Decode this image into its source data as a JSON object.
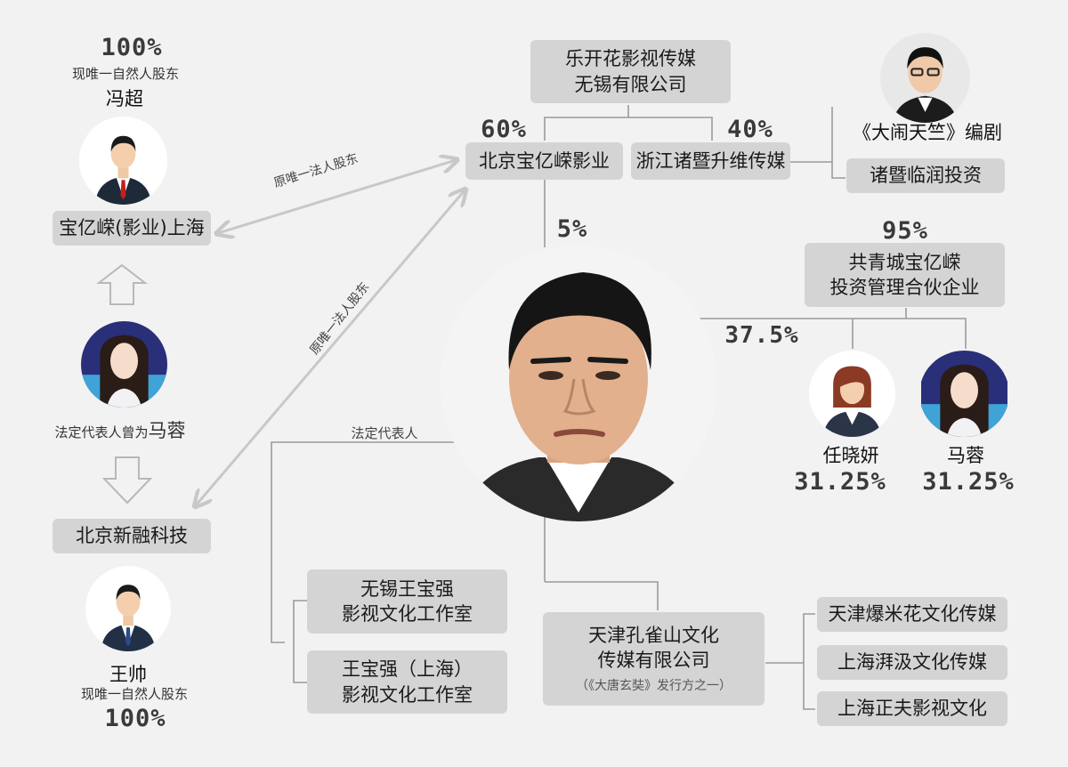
{
  "left": {
    "feng_pct": "100%",
    "feng_note": "现唯一自然人股东",
    "feng_name": "冯超",
    "box_shanghai": "宝亿嵘(影业)上海",
    "legal_rep_prefix": "法定代表人曾为",
    "legal_rep_name": "马蓉",
    "box_xinrong": "北京新融科技",
    "wang_name": "王帅",
    "wang_note": "现唯一自然人股东",
    "wang_pct": "100%"
  },
  "arrows": {
    "upper_label": "原唯一法人股东",
    "lower_label": "原唯一法人股东",
    "legal_rep_label": "法定代表人"
  },
  "top": {
    "parent_line1": "乐开花影视传媒",
    "parent_line2": "无锡有限公司",
    "pct_baoyirong": "60%",
    "pct_zhejiang": "40%",
    "box_baoyirong": "北京宝亿嵘影业",
    "box_zhejiang": "浙江诸暨升维传媒",
    "writer_label": "《大闹天竺》编剧",
    "box_linrun": "诸暨临润投资",
    "pct_center": "5%"
  },
  "right": {
    "pct_partner": "95%",
    "partner_line1": "共青城宝亿嵘",
    "partner_line2": "投资管理合伙企业",
    "pct_to_center": "37.5%",
    "ren_name": "任晓妍",
    "ren_pct": "31.25%",
    "ma_name": "马蓉",
    "ma_pct": "31.25%"
  },
  "bottom": {
    "studio1_line1": "无锡王宝强",
    "studio1_line2": "影视文化工作室",
    "studio2_line1": "王宝强（上海）",
    "studio2_line2": "影视文化工作室",
    "kongque_line1": "天津孔雀山文化",
    "kongque_line2": "传媒有限公司",
    "kongque_note": "（《大唐玄奘》发行方之一）",
    "sub1": "天津爆米花文化传媒",
    "sub2": "上海湃汲文化传媒",
    "sub3": "上海正夫影视文化"
  }
}
